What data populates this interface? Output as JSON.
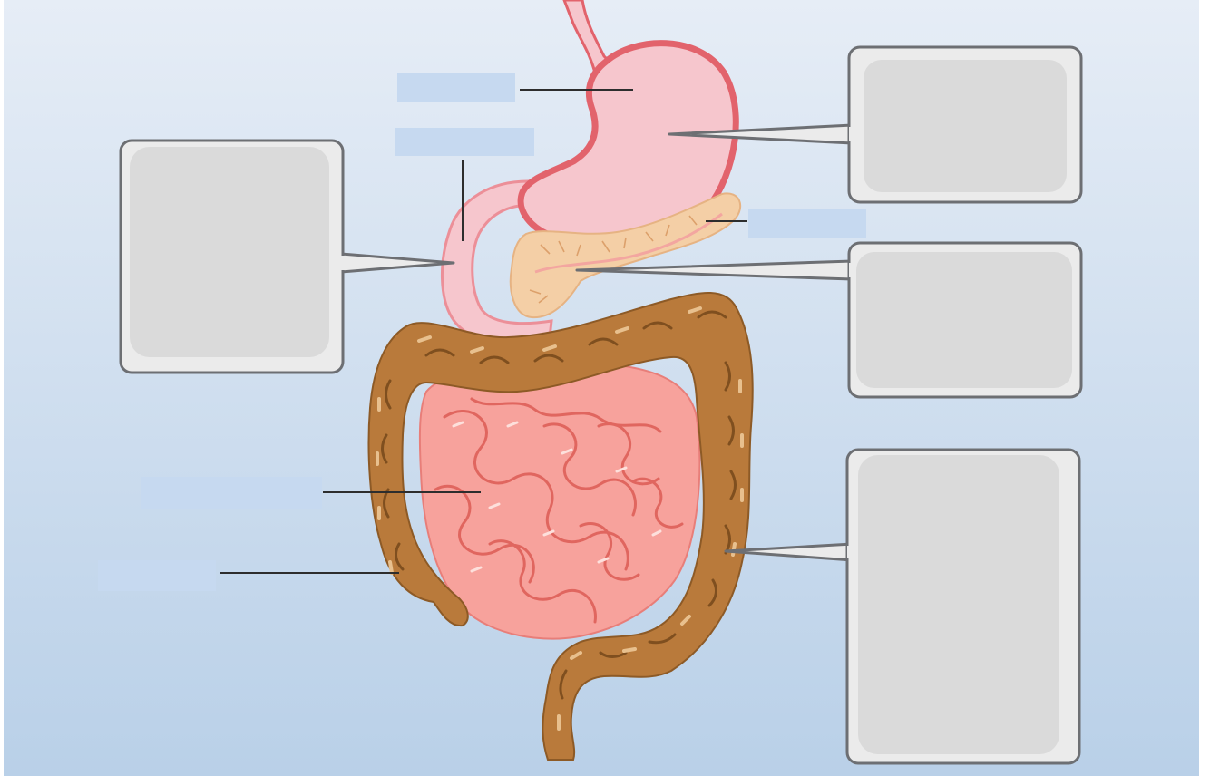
{
  "diagram": {
    "colors": {
      "background_top": "#e6edf6",
      "background_bottom": "#b9d0e8",
      "label_slot": "#c6d9f0",
      "callout_box_fill": "#ebebeb",
      "callout_box_inner": "#dadada",
      "callout_box_border": "#6d6f73",
      "stomach_fill": "#f6c6cd",
      "stomach_outline": "#e2636c",
      "pancreas_fill": "#f4cfa6",
      "small_intestine_fill": "#f7a29c",
      "large_intestine_fill": "#b97a3b",
      "leader_line": "#2d2d2d"
    },
    "organs": [
      {
        "name": "esophagus-icon"
      },
      {
        "name": "stomach-icon"
      },
      {
        "name": "duodenum-icon"
      },
      {
        "name": "pancreas-icon"
      },
      {
        "name": "small-intestine-icon"
      },
      {
        "name": "large-intestine-icon"
      }
    ],
    "label_slots": [
      {
        "id": "esophagus-stomach-label",
        "text": ""
      },
      {
        "id": "duodenum-label",
        "text": ""
      },
      {
        "id": "pancreas-label",
        "text": ""
      },
      {
        "id": "small-intestine-label",
        "text": ""
      },
      {
        "id": "appendix-label",
        "text": ""
      }
    ],
    "callout_boxes": [
      {
        "id": "stomach-description-box",
        "text": ""
      },
      {
        "id": "duodenum-description-box",
        "text": ""
      },
      {
        "id": "pancreas-description-box",
        "text": ""
      },
      {
        "id": "large-intestine-description-box",
        "text": ""
      }
    ]
  }
}
